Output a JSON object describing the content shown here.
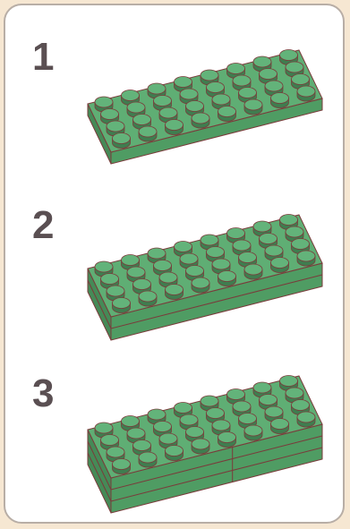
{
  "steps": [
    {
      "number": "1",
      "layers": 1,
      "split": false
    },
    {
      "number": "2",
      "layers": 2,
      "split": false
    },
    {
      "number": "3",
      "layers": 3,
      "split": true
    }
  ],
  "colors": {
    "brick_top": "#5fae74",
    "brick_side_front": "#4f9c63",
    "brick_side_right": "#458a57",
    "stud_top": "#63b37a",
    "stud_side": "#3f7d4f",
    "outline": "#7a3b3b",
    "page_background": "#f6e7d2",
    "card_background": "#ffffff"
  },
  "icons": [
    "lego-plate-icon"
  ]
}
